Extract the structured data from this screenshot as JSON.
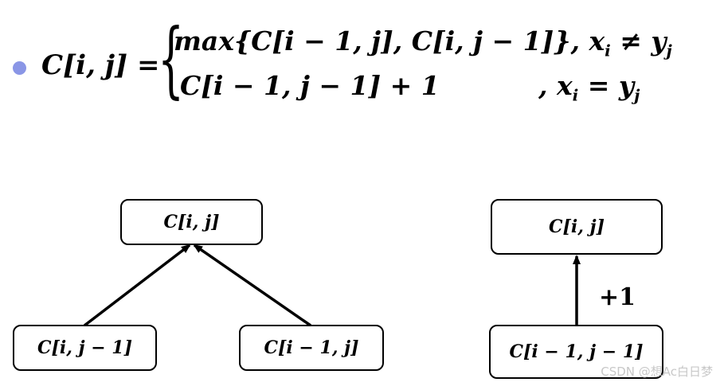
{
  "colors": {
    "bullet": "#8a96e6",
    "stroke": "#000000",
    "watermark": "#c8c8c8"
  },
  "formula": {
    "lhs": "C[i, j] =",
    "case_max_expr": "max{C[i − 1, j], C[i, j − 1]}",
    "case_max_cond": ", x",
    "case_max_cond_sub": "i",
    "case_max_cond_rel": " ≠ y",
    "case_max_cond_sub2": "j",
    "case_diag_expr": "C[i − 1, j − 1] + 1",
    "case_diag_cond": ", x",
    "case_diag_cond_sub": "i",
    "case_diag_cond_rel": " = y",
    "case_diag_cond_sub2": "j"
  },
  "diagram_left": {
    "top": "C[i, j]",
    "left": "C[i, j − 1]",
    "right": "C[i − 1, j]"
  },
  "diagram_right": {
    "top": "C[i, j]",
    "bottom": "C[i − 1, j − 1]",
    "edge_label": "+1"
  },
  "watermark": "CSDN @想Ac白日梦"
}
